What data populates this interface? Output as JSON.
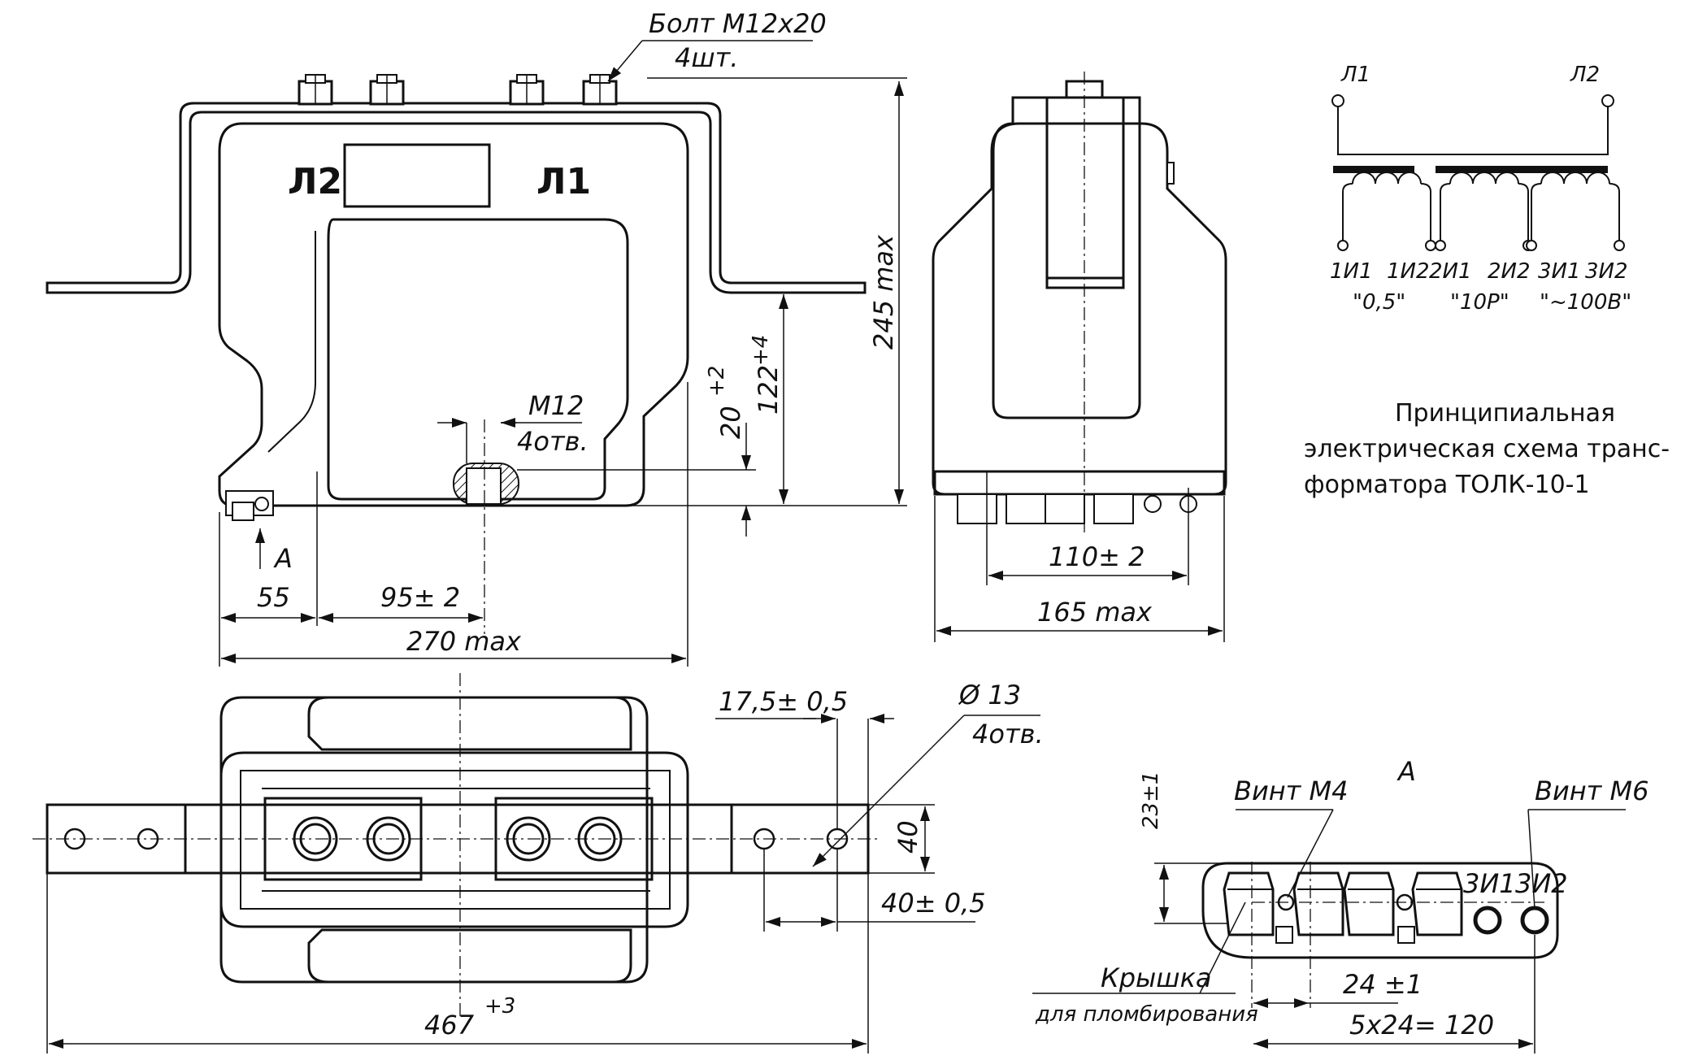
{
  "front_view": {
    "bolt_label": "Болт М12х20",
    "bolt_qty": "4шт.",
    "terminal_l2": "Л2",
    "terminal_l1": "Л1",
    "thread_label": "М12",
    "thread_holes": "4отв.",
    "dim_height_total": "245 max",
    "dim_height_mount": "122",
    "dim_height_mount_tol": "+4",
    "dim_thread_height": "20",
    "dim_thread_height_tol": "+2",
    "view_marker": "А",
    "dim_55": "55",
    "dim_95": "95± 2",
    "dim_270": "270 max"
  },
  "side_view": {
    "dim_110": "110± 2",
    "dim_165": "165 max"
  },
  "schematic": {
    "primary_left": "Л1",
    "primary_right": "Л2",
    "windings": [
      {
        "start": "1И1",
        "end": "1И2",
        "class": "\"0,5\""
      },
      {
        "start": "2И1",
        "end": "2И2",
        "class": "\"10Р\""
      },
      {
        "start": "3И1",
        "end": "3И2",
        "class": "\"~100В\""
      }
    ],
    "caption_line1": "Принципиальная",
    "caption_line2": "электрическая схема транс-",
    "caption_line3": "форматора ТОЛК-10-1"
  },
  "top_view": {
    "dim_17_5": "17,5± 0,5",
    "hole_dia": "Ø 13",
    "hole_qty": "4отв.",
    "dim_40": "40",
    "dim_40_tol": "40± 0,5",
    "dim_467": "467",
    "dim_467_tol": "+3"
  },
  "view_a": {
    "title": "А",
    "dim_23": "23±1",
    "screw_m4": "Винт М4",
    "screw_m6": "Винт М6",
    "term_3i1": "3И1",
    "term_3i2": "3И2",
    "cover_line1": "Крышка",
    "cover_line2": "для пломбирования",
    "dim_24": "24 ±1",
    "dim_120": "5х24= 120"
  }
}
